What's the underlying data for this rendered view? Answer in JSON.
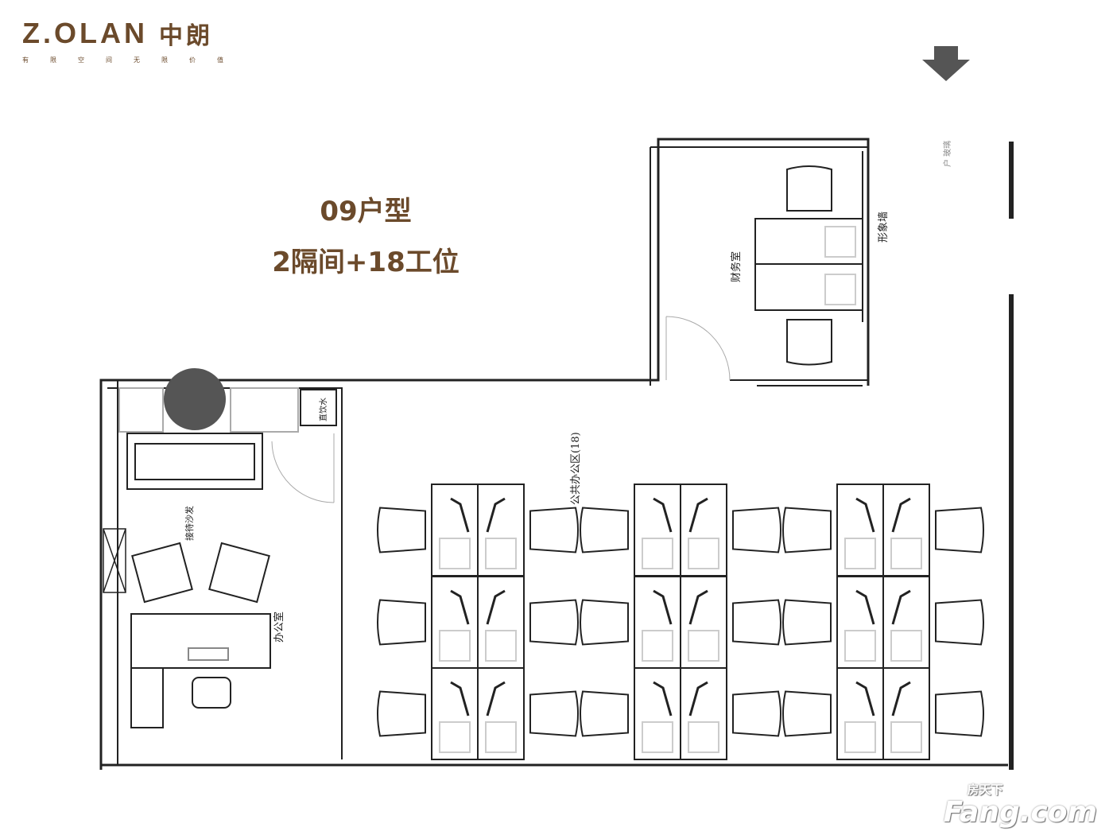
{
  "logo": {
    "brand": "Z.OLAN",
    "brand_cn": "中朗",
    "tagline": "有限空间无限价值"
  },
  "title": {
    "unit": "09户型",
    "layout": "2隔间+18工位"
  },
  "rooms": {
    "finance": "财务室",
    "image_wall": "形象墙",
    "entrance": "户 玻璃",
    "water": "直饮水",
    "open_office": "公共办公区(18)",
    "sofa": "接待沙发",
    "office": "办公室"
  },
  "workstations": 18,
  "watermark": {
    "cn": "房天下",
    "en": "Fang.com"
  },
  "colors": {
    "brand": "#6b4a2b",
    "wall": "#222222",
    "arrow": "#555555"
  }
}
